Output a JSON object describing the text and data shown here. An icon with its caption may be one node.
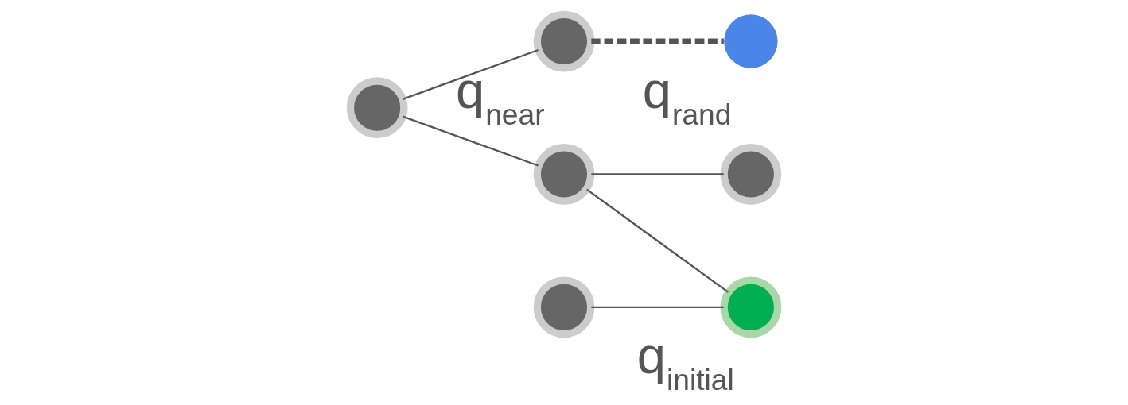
{
  "diagram": {
    "nodes": [
      {
        "text": [],
        "shape": "circle"
      },
      {
        "text": [],
        "shape": "circle",
        "beside": [
          "q$_{near}$"
        ]
      },
      {
        "text": [],
        "shape": "circle",
        "beside": [
          "q$_{rand}$"
        ]
      },
      {
        "text": [],
        "shape": "circle"
      },
      {
        "text": [],
        "shape": "circle"
      },
      {
        "text": [],
        "shape": "circle"
      },
      {
        "text": [],
        "shape": "circle",
        "beside": [
          "q$_{initial}$"
        ]
      }
    ],
    "edges": [
      {
        "from": 0,
        "to": 1,
        "arrow": "none"
      },
      {
        "from": 1,
        "to": 2,
        "arrow": "none",
        "style": "dashed"
      },
      {
        "from": 0,
        "to": 3,
        "arrow": "none"
      },
      {
        "from": 3,
        "to": 4,
        "arrow": "none"
      },
      {
        "from": 3,
        "to": 6,
        "arrow": "none"
      },
      {
        "from": 5,
        "to": 6,
        "arrow": "none"
      }
    ]
  }
}
